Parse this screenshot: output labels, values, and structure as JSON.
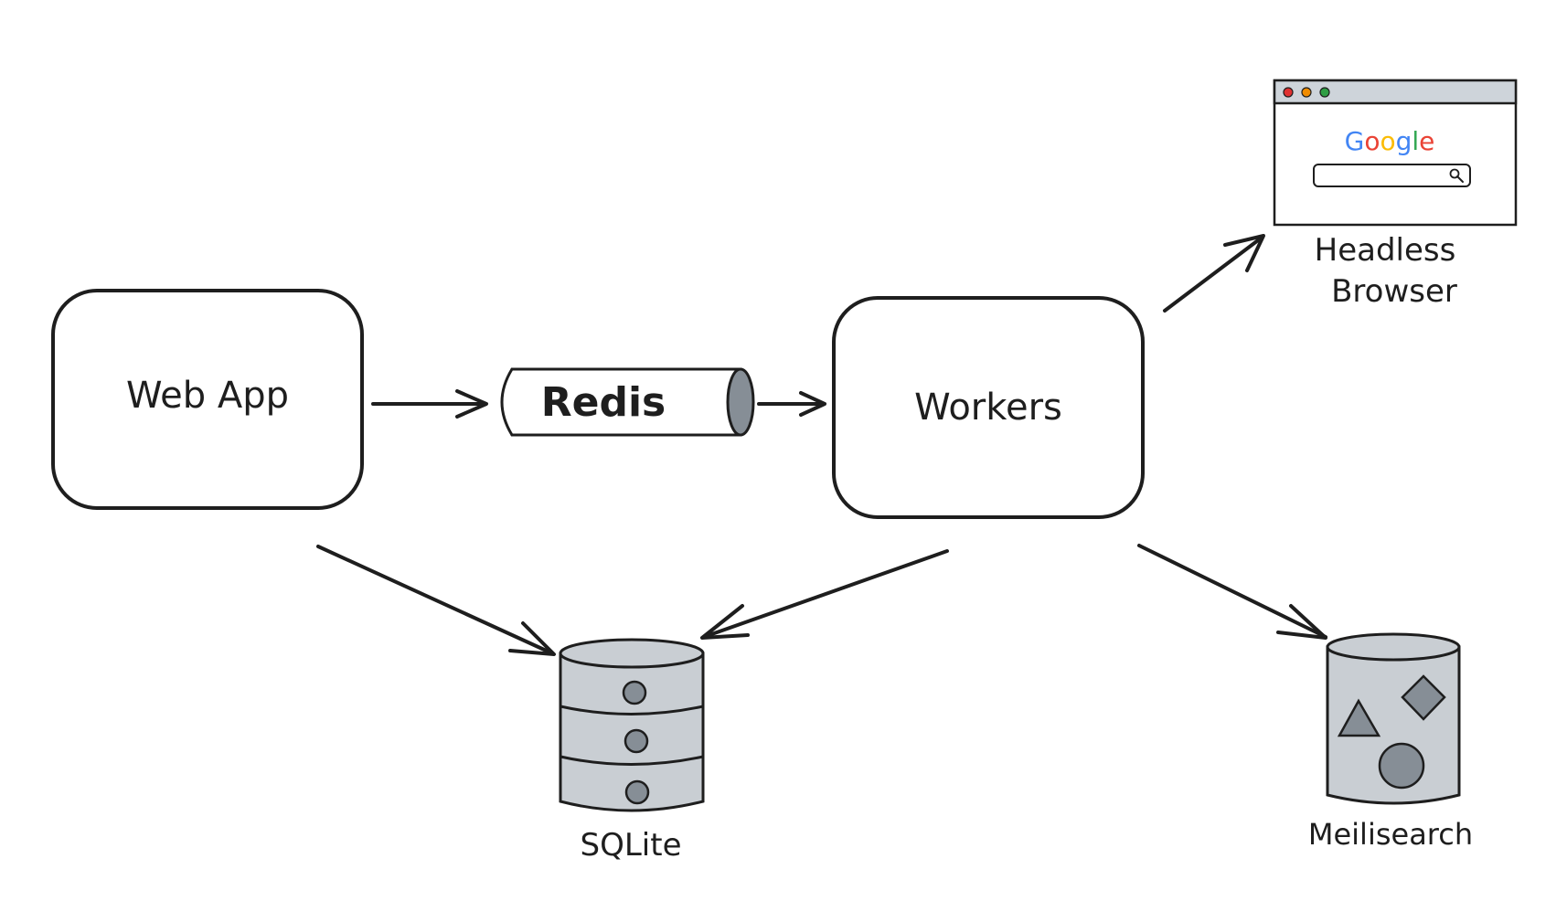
{
  "nodes": {
    "web_app": {
      "label": "Web App"
    },
    "redis": {
      "label": "Redis"
    },
    "workers": {
      "label": "Workers"
    },
    "headless_browser": {
      "label_line1": "Headless",
      "label_line2": "Browser",
      "logo_text": "Google"
    },
    "sqlite": {
      "label": "SQLite"
    },
    "meilisearch": {
      "label": "Meilisearch"
    }
  },
  "colors": {
    "ink": "#1e1e1e",
    "fill_gray": "#c9ced3",
    "shape_gray": "#868e96",
    "browser_bar": "#ced4da",
    "dot_red": "#e03131",
    "dot_yellow": "#f08c00",
    "dot_green": "#2f9e44",
    "google_blue": "#4285f4",
    "google_red": "#ea4335",
    "google_yellow": "#fbbc05",
    "google_green": "#34a853"
  },
  "edges": [
    {
      "from": "web_app",
      "to": "redis"
    },
    {
      "from": "redis",
      "to": "workers"
    },
    {
      "from": "workers",
      "to": "headless_browser"
    },
    {
      "from": "web_app",
      "to": "sqlite"
    },
    {
      "from": "workers",
      "to": "sqlite"
    },
    {
      "from": "workers",
      "to": "meilisearch"
    }
  ]
}
